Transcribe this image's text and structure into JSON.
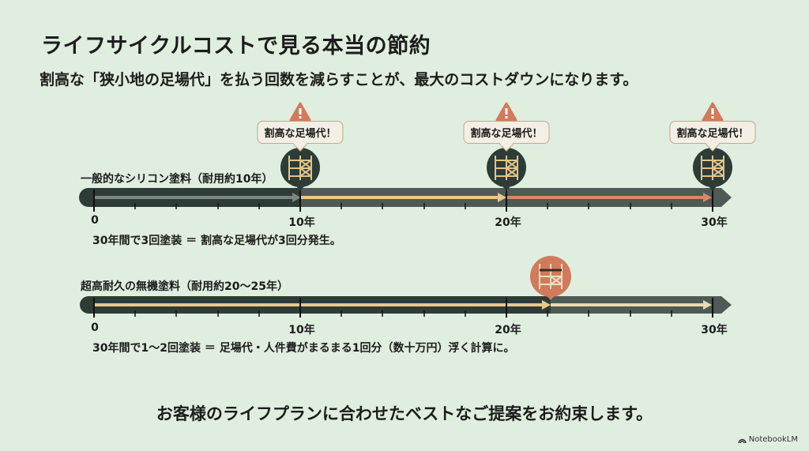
{
  "header": {
    "title": "ライフサイクルコストで見る本当の節約",
    "subtitle": "割高な「狭小地の足場代」を払う回数を減らすことが、最大のコストダウンになります。"
  },
  "timeline1": {
    "label": "一般的なシリコン塗料（耐用約10年）",
    "ticks": [
      "0",
      "10年",
      "20年",
      "30年"
    ],
    "callouts": [
      "割高な足場代！",
      "割高な足場代！",
      "割高な足場代！"
    ],
    "note": "30年間で3回塗装 ＝ 割高な足場代が3回分発生。",
    "events_years": [
      10,
      20,
      30
    ]
  },
  "timeline2": {
    "label": "超高耐久の無機塗料（耐用約20〜25年）",
    "ticks": [
      "0",
      "10年",
      "20年",
      "30年"
    ],
    "note": "30年間で1〜2回塗装 ＝ 足場代・人件費がまるまる1回分（数十万円）浮く計算に。",
    "events_years": [
      22
    ]
  },
  "footer": {
    "message": "お客様のライフプランに合わせたベストなご提案をお約束します。"
  },
  "brand": {
    "label": "NotebookLM"
  },
  "colors": {
    "background": "#dfeedf",
    "track_dark": "#2e3c37",
    "track_mid": "#4d5a55",
    "accent_orange": "#d27a5c",
    "accent_yellow": "#e8c98a",
    "callout_border": "#c9a58c"
  },
  "icons": [
    "warning-icon",
    "scaffold-icon",
    "notebooklm-logo-icon"
  ]
}
